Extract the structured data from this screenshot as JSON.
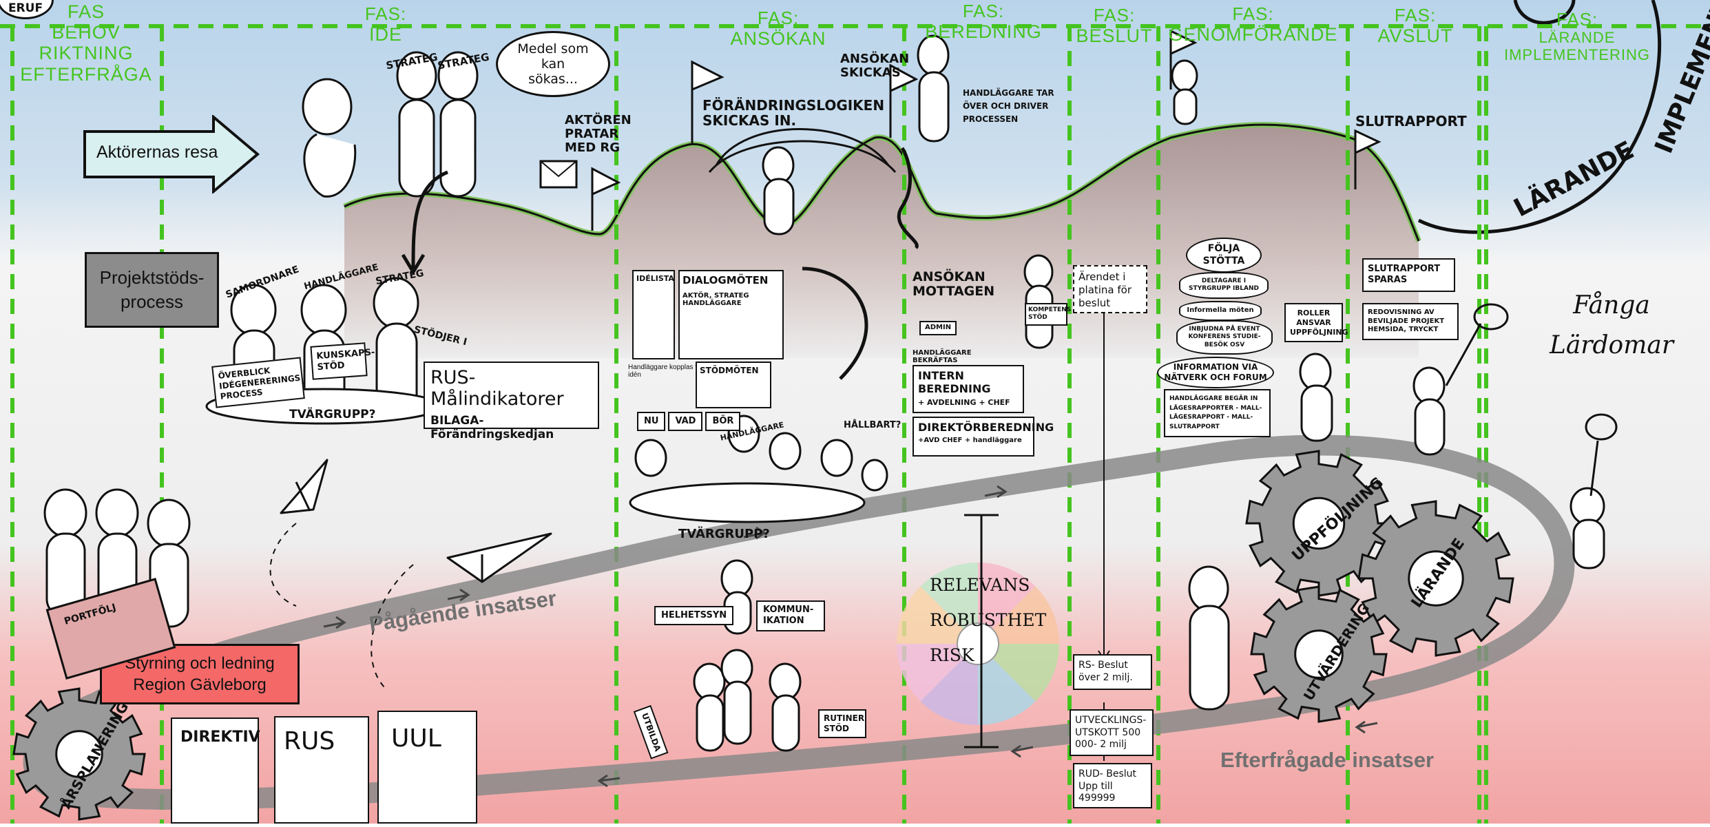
{
  "top_left_logo": "ERUF",
  "phases": [
    {
      "id": "behov",
      "label": "FAS",
      "lines": [
        "BEHOV",
        "RIKTNING",
        "EFTERFRÅGA"
      ]
    },
    {
      "id": "ide",
      "label": "FAS:",
      "lines": [
        "IDE"
      ]
    },
    {
      "id": "ansokan",
      "label": "FAS:",
      "lines": [
        "ANSÖKAN"
      ]
    },
    {
      "id": "beredning",
      "label": "FAS:",
      "lines": [
        "BEREDNING"
      ]
    },
    {
      "id": "beslut",
      "label": "FAS:",
      "lines": [
        "BESLUT"
      ]
    },
    {
      "id": "genomforande",
      "label": "FAS:",
      "lines": [
        "GENOMFÖRANDE"
      ]
    },
    {
      "id": "avslut",
      "label": "FAS:",
      "lines": [
        "AVSLUT"
      ]
    },
    {
      "id": "larande",
      "label": "FAS:",
      "lines": [
        "LÄRANDE",
        "IMPLEMENTERING"
      ]
    }
  ],
  "actors_journey": {
    "label": "Aktörernas resa"
  },
  "project_support": {
    "label": "Projektstöds-process"
  },
  "governance": {
    "label": "Styrning och ledning Region Gävleborg"
  },
  "speech_bubble": "Medel som kan sökas...",
  "sketch_texts": {
    "strateg_1": "STRATEG",
    "strateg_2": "STRATEG",
    "aktoren_pratar": "AKTÖREN PRATAR MED RG",
    "forandringslogiken": "FÖRÄNDRINGSLOGIKEN SKICKAS IN.",
    "ansokan_skickas": "ANSÖKAN SKICKAS",
    "handlaggare_tar_over": "HANDLÄGGARE TAR ÖVER OCH DRIVER PROCESSEN",
    "slutrapport": "SLUTRAPPORT",
    "larande_arc": "LÄRANDE",
    "implement_arc": "IMPLEMENT",
    "samordnare": "SAMORDNARE",
    "handlaggare": "HANDLÄGGARE",
    "strateg_3": "STRATEG",
    "overblick": "ÖVERBLICK IDÉGENERERINGS PROCESS",
    "kunskapsstod": "KUNSKAPS-STÖD",
    "stodjer": "STÖDJER I",
    "tvargrupp_1": "TVÄRGRUPP?",
    "rus_malindikatorer": "RUS-Målindikatorer",
    "bilaga": "BILAGA-Förändringskedjan",
    "idelista": "IDÉLISTA",
    "dialogmoten": "DIALOGMÖTEN",
    "aktor_strateg": "AKTÖR, STRATEG HANDLÄGGARE",
    "handlaggare_kopplas": "Handläggare kopplas till idén",
    "stodmoten": "STÖDMÖTEN",
    "nu": "NU",
    "vad": "VAD",
    "bor": "BÖR",
    "hallbart": "HÅLLBART?",
    "handlaggare_2": "HANDLÄGGARE",
    "tvargrupp_2": "TVÄRGRUPP?",
    "helhetssyn": "HELHETSSYN",
    "kommunikation": "KOMMUN-IKATION",
    "utbildning": "UTBILDA",
    "rutiner": "RUTINER STÖD",
    "ansokan_mottagen": "ANSÖKAN MOTTAGEN",
    "admin": "ADMIN",
    "handlaggare_beraftas": "HANDLÄGGARE BEKRÄFTAS",
    "intern_beredning": "INTERN BEREDNING",
    "intern_sub": "+ AVDELNING + CHEF",
    "direktorberedning": "DIREKTÖRBEREDNING",
    "direktor_sub": "+AVD CHEF + handläggare",
    "kompetens_stod": "KOMPETENS STÖD",
    "arendet": "Ärendet i platina för beslut",
    "rs_beslut": "RS- Beslut över 2 milj.",
    "utvecklingsutskott": "UTVECKLINGS-UTSKOTT 500 000- 2 milj",
    "rud_beslut": "RUD- Beslut Upp till 499999",
    "folja_stotta": "FÖLJA STÖTTA",
    "deltagare": "DELTAGARE I STYRGRUPP IBLAND",
    "informella": "Informella möten",
    "inbjudna": "INBJUDNA PÅ EVENT KONFERENS STUDIE-BESÖK OSV",
    "information_via": "INFORMATION VIA NÄTVERK OCH FORUM",
    "handlaggare_begar": "HANDLÄGGARE BEGÄR IN LÄGESRAPPORTER - MALL-LÄGESRAPPORT - MALL-SLUTRAPPORT",
    "roller": "ROLLER ANSVAR UPPFÖLJNING",
    "slutrapport_sparas": "SLUTRAPPORT SPARAS",
    "redovisning": "REDOVISNING AV BEVILJADE PROJEKT HEMSIDA, TRYCKT",
    "fanga_lardomar": "Fånga Lärdomar",
    "portfolj": "PORTFÖLJ",
    "direktiv": "DIREKTIV",
    "rus": "RUS",
    "uul": "UUL"
  },
  "risk_wheel": [
    "RELEVANS",
    "ROBUSTHET",
    "RISK"
  ],
  "wheel_colors": [
    "#f7b6c8",
    "#f9c4a0",
    "#b8e0a2",
    "#a8d8e8",
    "#c8b8e8",
    "#f0c0e0",
    "#f8d6a8",
    "#bfe7c8"
  ],
  "gears": [
    "UPPFÖLJNING",
    "LÄRANDE",
    "UTVÄRDERING",
    "ÅRSPLANERING"
  ],
  "loop_labels": {
    "ongoing": "Pågående insatser",
    "requested": "Efterfrågade insatser"
  },
  "colors": {
    "phase_green": "#45c41f",
    "sky": "#b9d4ea",
    "hill_green": "#7fc45a",
    "pink_band": "#f2a4a4",
    "governance_red": "#f46868",
    "journey_fill": "#d9f0f0",
    "loop_gray": "#8a8a8a"
  }
}
